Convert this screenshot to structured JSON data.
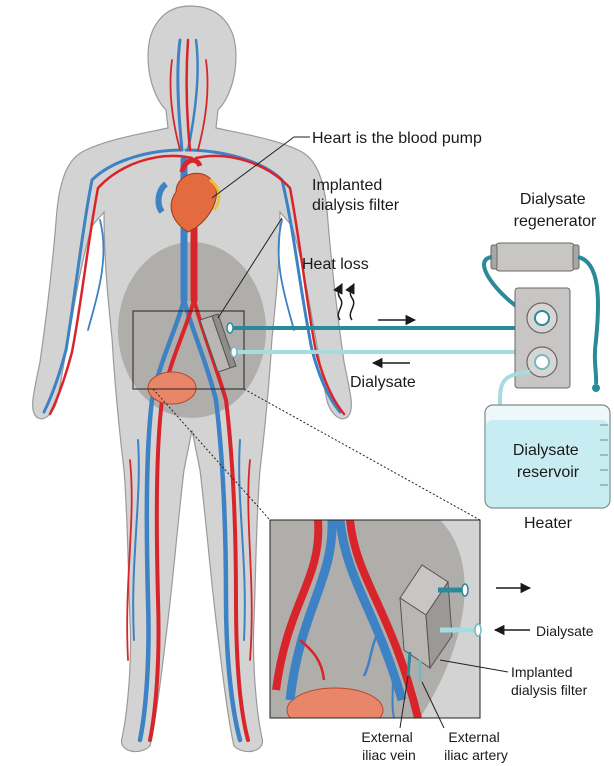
{
  "labels": {
    "heart_pump": "Heart is the blood pump",
    "implanted_filter_line1": "Implanted",
    "implanted_filter_line2": "dialysis filter",
    "regenerator_line1": "Dialysate",
    "regenerator_line2": "regenerator",
    "heat_loss": "Heat loss",
    "dialysate_return": "Dialysate",
    "reservoir_line1": "Dialysate",
    "reservoir_line2": "reservoir",
    "heater": "Heater",
    "inset_dialysate": "Dialysate",
    "inset_filter_line1": "Implanted",
    "inset_filter_line2": "dialysis filter",
    "vein_line1": "External",
    "vein_line2": "iliac vein",
    "artery_line1": "External",
    "artery_line2": "iliac artery"
  },
  "colors": {
    "body": "#d3d3d3",
    "body_outline": "#9a9a9a",
    "abdomen": "#a9a7a3",
    "artery": "#d8252c",
    "vein": "#3d82c4",
    "outflow_tube": "#2a8a9a",
    "return_tube": "#a6dce0",
    "heart": "#e36b3e",
    "filter": "#b9b6b3",
    "reservoir_fluid": "#c7ecf2",
    "device": "#c8c6c4"
  }
}
